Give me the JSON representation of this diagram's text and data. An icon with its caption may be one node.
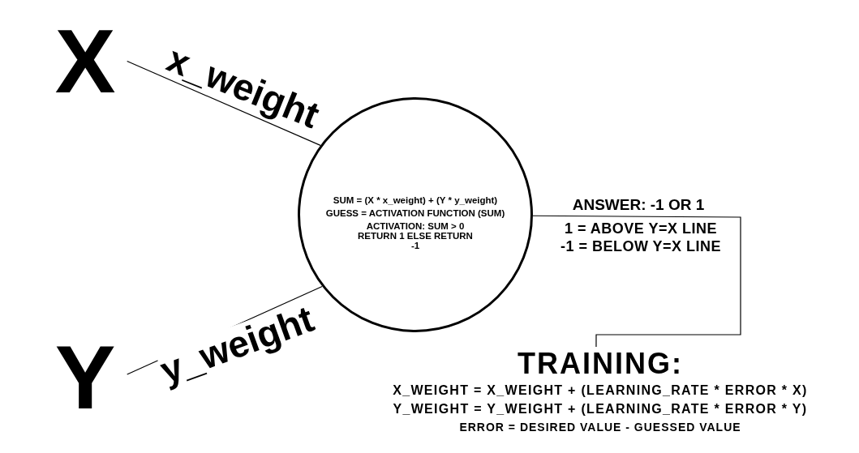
{
  "diagram": {
    "nodes": [
      {
        "text": [
          "X"
        ]
      },
      {
        "text": [
          "Y"
        ]
      },
      {
        "text": [
          "SUM = (X * x_weight) + (Y * y_weight)",
          "GUESS = ACTIVATION FUNCTION (SUM)",
          "ACTIVATION: SUM > 0 RETURN 1 ELSE RETURN -1"
        ]
      },
      {
        "text": [
          "TRAINING:",
          "X_WEIGHT = X_WEIGHT + (LEARNING_RATE * ERROR * X)",
          "Y_WEIGHT = Y_WEIGHT + (LEARNING_RATE * ERROR * Y)",
          "ERROR = DESIRED VALUE - GUESSED VALUE"
        ]
      }
    ],
    "edges": [
      {
        "from": 0,
        "to": 2,
        "arrow": "none",
        "label": "x_weight"
      },
      {
        "from": 1,
        "to": 2,
        "arrow": "none",
        "label": "y_weight"
      },
      {
        "from": 2,
        "to": 3,
        "arrow": "none",
        "label": "ANSWER: -1 OR 1"
      }
    ],
    "labels": [
      "1 = ABOVE Y=X LINE",
      "-1 = BELOW Y=X LINE"
    ]
  }
}
